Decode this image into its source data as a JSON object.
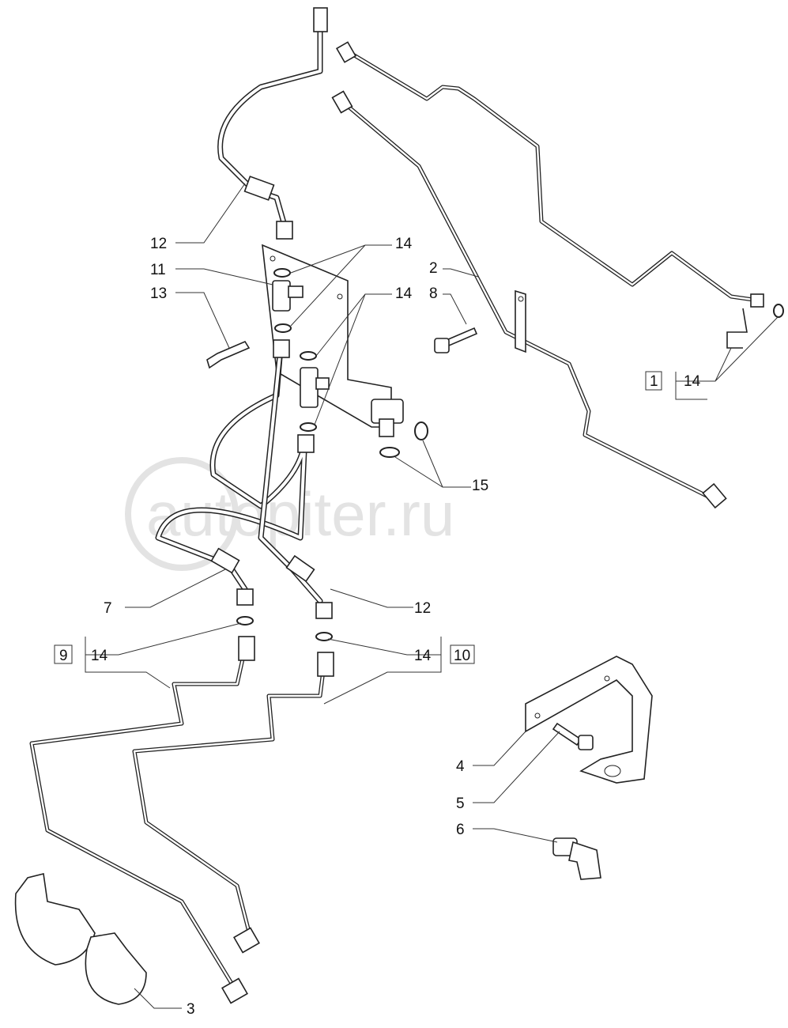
{
  "watermark": {
    "text": "autopiter.ru",
    "color": "#e0e0e0"
  },
  "callouts": [
    {
      "id": "c12a",
      "text": "12"
    },
    {
      "id": "c11",
      "text": "11"
    },
    {
      "id": "c13",
      "text": "13"
    },
    {
      "id": "c14a",
      "text": "14"
    },
    {
      "id": "c14b",
      "text": "14"
    },
    {
      "id": "c2",
      "text": "2"
    },
    {
      "id": "c8",
      "text": "8"
    },
    {
      "id": "c1",
      "text": "1"
    },
    {
      "id": "c14c",
      "text": "14"
    },
    {
      "id": "c15",
      "text": "15"
    },
    {
      "id": "c7",
      "text": "7"
    },
    {
      "id": "c12b",
      "text": "12"
    },
    {
      "id": "c9",
      "text": "9"
    },
    {
      "id": "c14d",
      "text": "14"
    },
    {
      "id": "c14e",
      "text": "14"
    },
    {
      "id": "c10",
      "text": "10"
    },
    {
      "id": "c4",
      "text": "4"
    },
    {
      "id": "c5",
      "text": "5"
    },
    {
      "id": "c6",
      "text": "6"
    },
    {
      "id": "c3",
      "text": "3"
    }
  ]
}
